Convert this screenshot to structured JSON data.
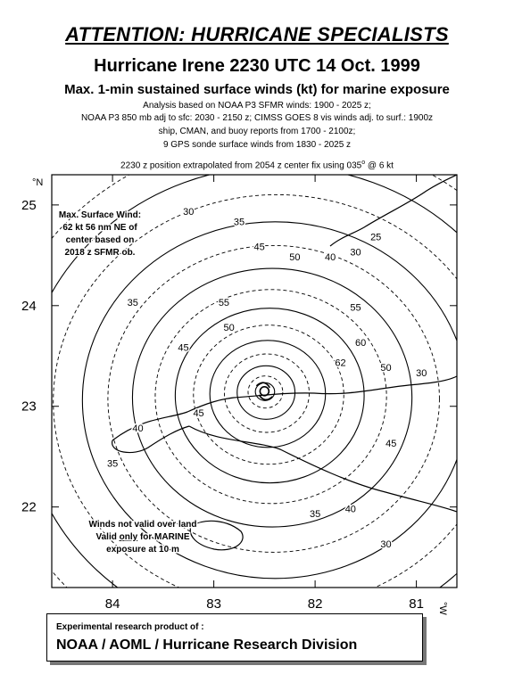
{
  "header": {
    "attention": "ATTENTION: HURRICANE SPECIALISTS",
    "title": "Hurricane Irene 2230 UTC 14 Oct. 1999",
    "subtitle": "Max. 1-min sustained surface winds (kt) for marine exposure",
    "notes": [
      "Analysis based on NOAA P3 SFMR winds: 1900 - 2025 z;",
      "NOAA P3 850 mb adj to sfc: 2030 - 2150 z; CIMSS GOES 8 vis winds adj. to surf.: 1900z",
      "ship, CMAN, and buoy reports from 1700 - 2100z;",
      "9 GPS sonde surface winds from 1830 - 2025 z",
      "2230 z position extrapolated from 2054 z center fix using 035",
      "o",
      " @ 6 kt"
    ]
  },
  "map": {
    "lat_axis_label": "°N",
    "lon_axis_label": "°W",
    "lat_ticks": [
      "25",
      "24",
      "23",
      "22"
    ],
    "lon_ticks": [
      "84",
      "83",
      "82",
      "81"
    ],
    "lat_values": [
      25,
      24,
      23,
      22
    ],
    "lon_values": [
      84,
      83,
      82,
      81
    ],
    "lat_range": [
      21.2,
      25.3
    ],
    "lon_range": [
      84.6,
      80.6
    ],
    "storm_center": {
      "lon": 82.5,
      "lat": 23.15
    },
    "contour_labels": [
      {
        "text": "25",
        "lon": 81.4,
        "lat": 24.65
      },
      {
        "text": "30",
        "lon": 83.25,
        "lat": 24.9
      },
      {
        "text": "30",
        "lon": 81.6,
        "lat": 24.5
      },
      {
        "text": "30",
        "lon": 80.95,
        "lat": 23.3
      },
      {
        "text": "30",
        "lon": 81.3,
        "lat": 21.6
      },
      {
        "text": "35",
        "lon": 82.75,
        "lat": 24.8
      },
      {
        "text": "35",
        "lon": 83.8,
        "lat": 24.0
      },
      {
        "text": "35",
        "lon": 84.0,
        "lat": 22.4
      },
      {
        "text": "35",
        "lon": 82.0,
        "lat": 21.9
      },
      {
        "text": "40",
        "lon": 81.85,
        "lat": 24.45
      },
      {
        "text": "40",
        "lon": 83.75,
        "lat": 22.75
      },
      {
        "text": "40",
        "lon": 81.65,
        "lat": 21.95
      },
      {
        "text": "45",
        "lon": 82.55,
        "lat": 24.55
      },
      {
        "text": "45",
        "lon": 83.3,
        "lat": 23.55
      },
      {
        "text": "45",
        "lon": 83.15,
        "lat": 22.9
      },
      {
        "text": "45",
        "lon": 81.25,
        "lat": 22.6
      },
      {
        "text": "50",
        "lon": 82.2,
        "lat": 24.45
      },
      {
        "text": "50",
        "lon": 82.85,
        "lat": 23.75
      },
      {
        "text": "50",
        "lon": 81.3,
        "lat": 23.35
      },
      {
        "text": "55",
        "lon": 82.9,
        "lat": 24.0
      },
      {
        "text": "55",
        "lon": 81.6,
        "lat": 23.95
      },
      {
        "text": "60",
        "lon": 81.55,
        "lat": 23.6
      },
      {
        "text": "62",
        "lon": 81.75,
        "lat": 23.4
      }
    ],
    "annotations": {
      "max_wind": [
        "Max. Surface Wind:",
        "62 kt  56 nm NE of",
        "center based on",
        "2018 z SFMR ob."
      ],
      "land_warning": [
        "Winds not valid over land",
        "Valid ",
        "only",
        " for MARINE",
        "exposure at 10 m"
      ]
    }
  },
  "footer": {
    "line1": "Experimental research product of :",
    "line2": "NOAA / AOML / Hurricane Research Division"
  }
}
